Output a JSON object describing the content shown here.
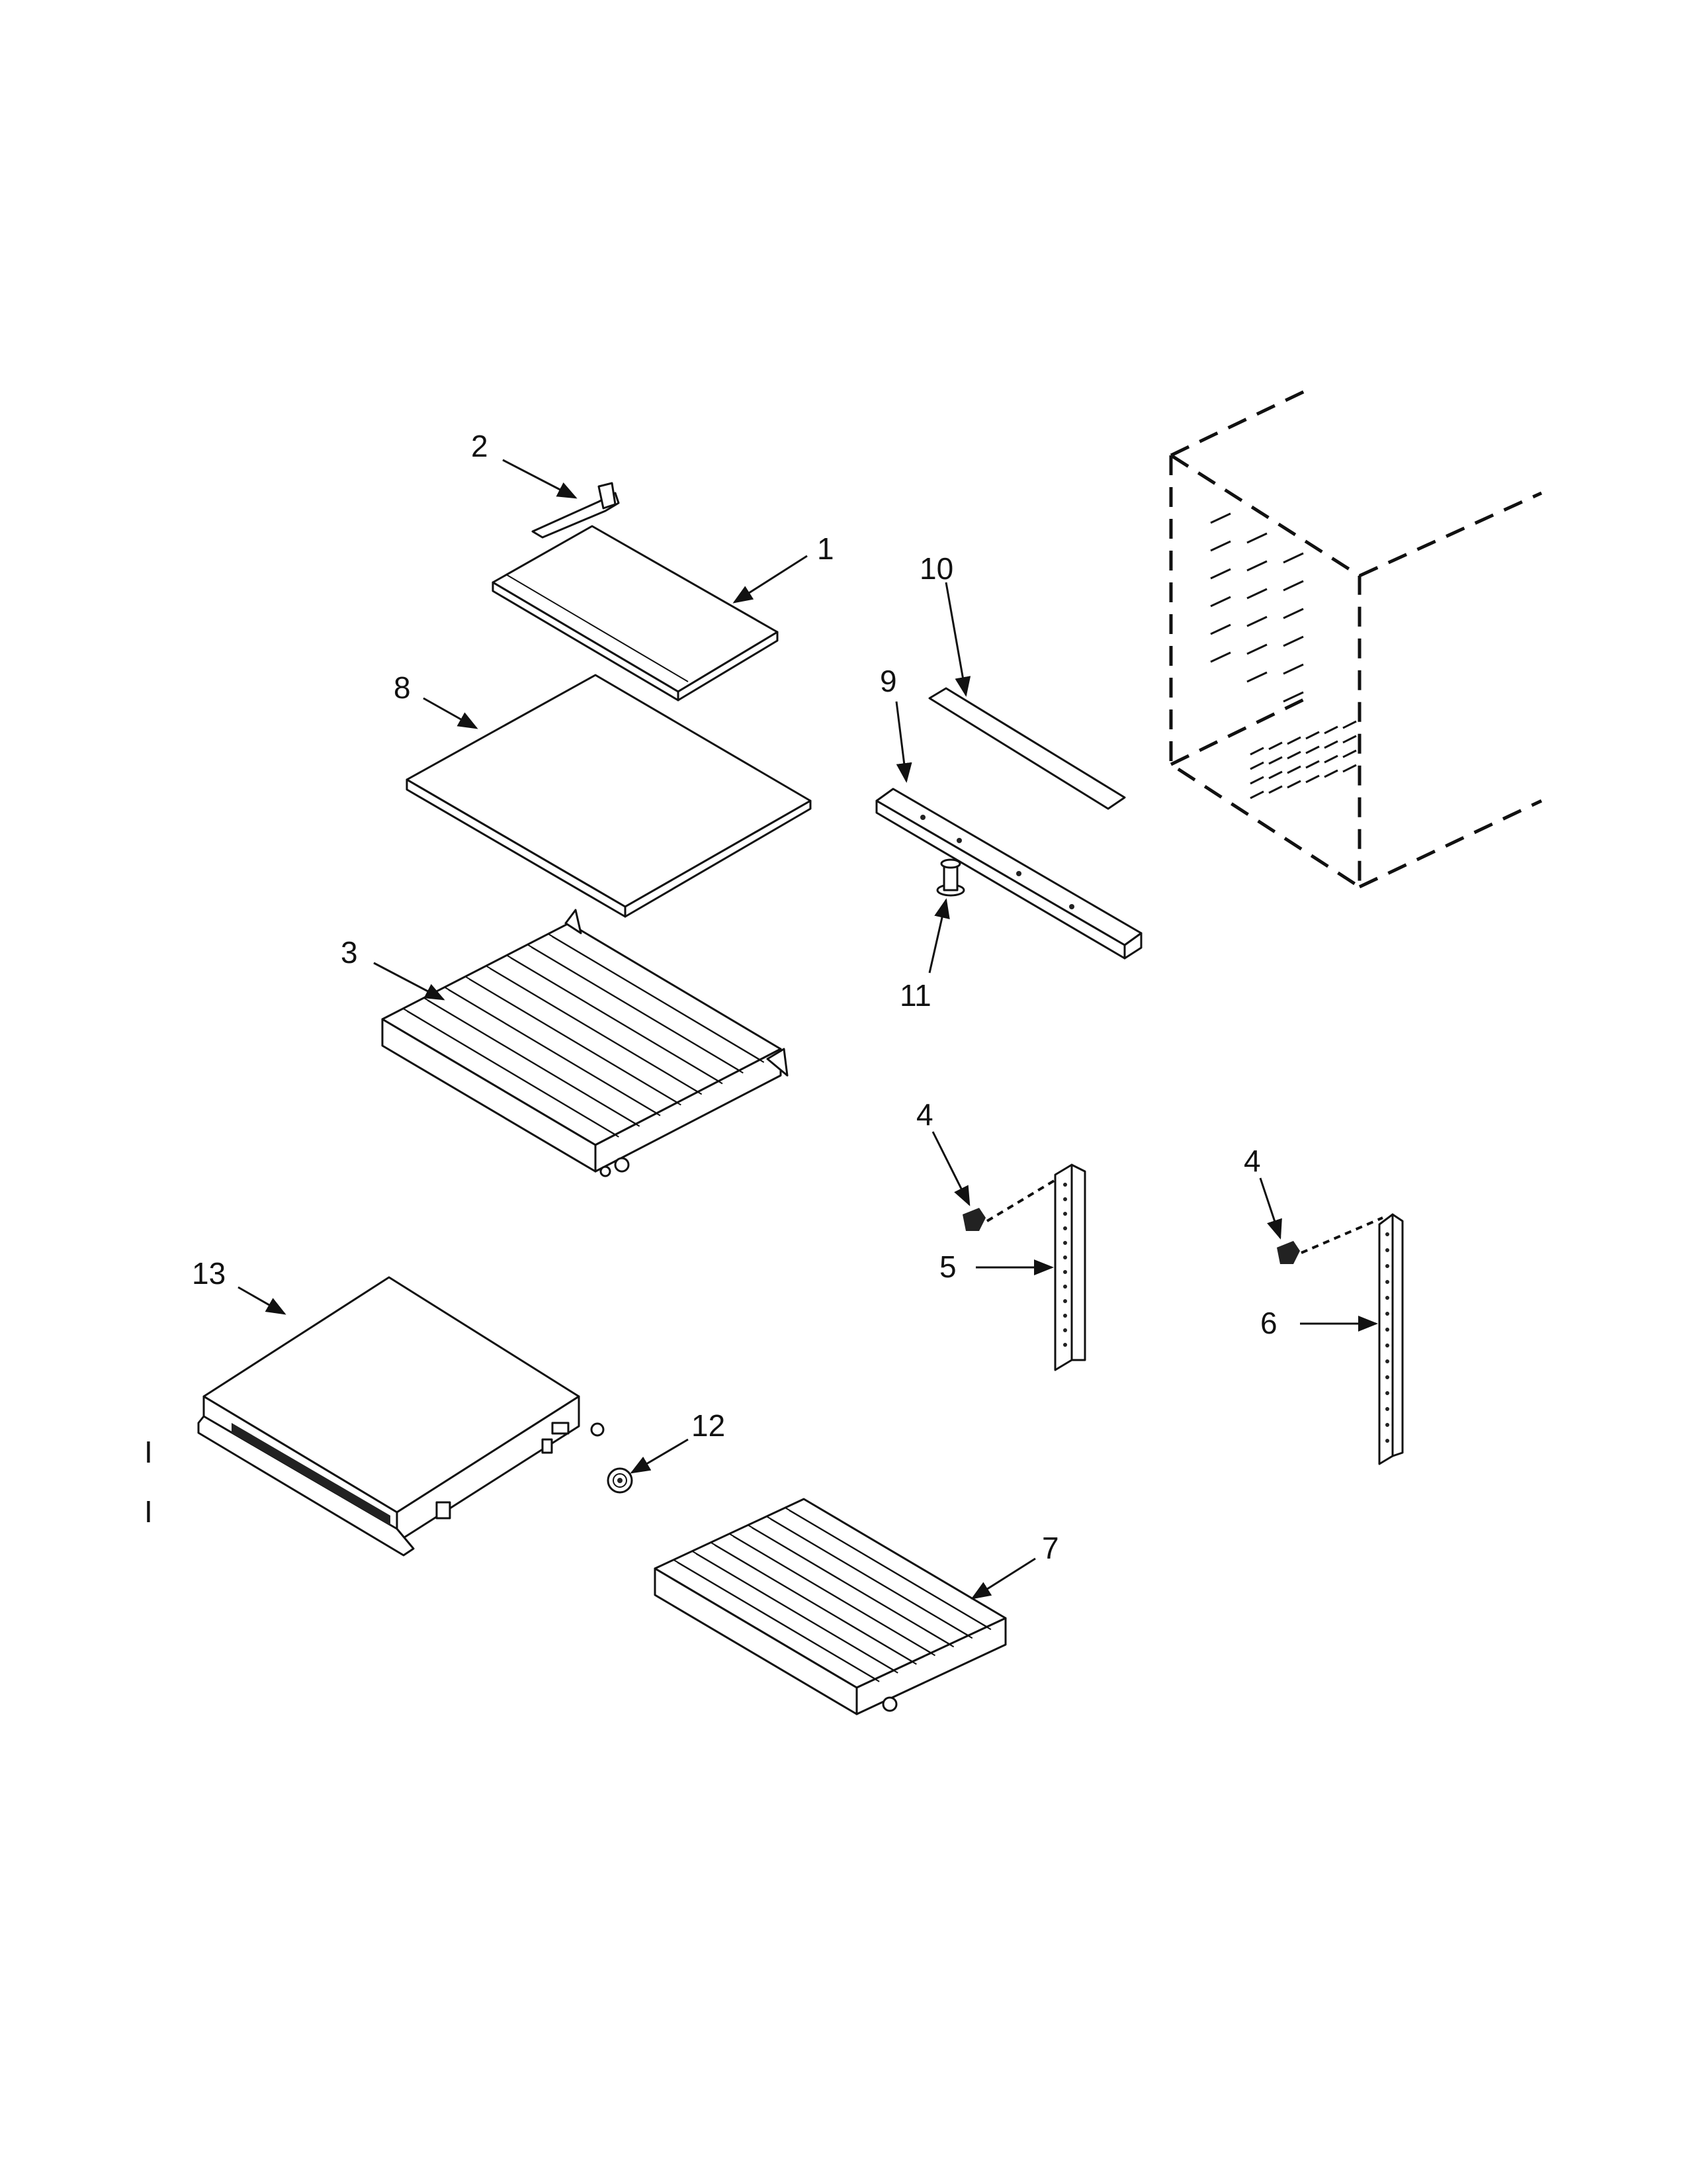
{
  "diagram": {
    "callouts": {
      "c1": "1",
      "c2": "2",
      "c3": "3",
      "c4a": "4",
      "c4b": "4",
      "c5": "5",
      "c6": "6",
      "c7": "7",
      "c8": "8",
      "c9": "9",
      "c10": "10",
      "c11": "11",
      "c12": "12",
      "c13": "13"
    },
    "margin_marks": [
      "I",
      "I"
    ]
  }
}
